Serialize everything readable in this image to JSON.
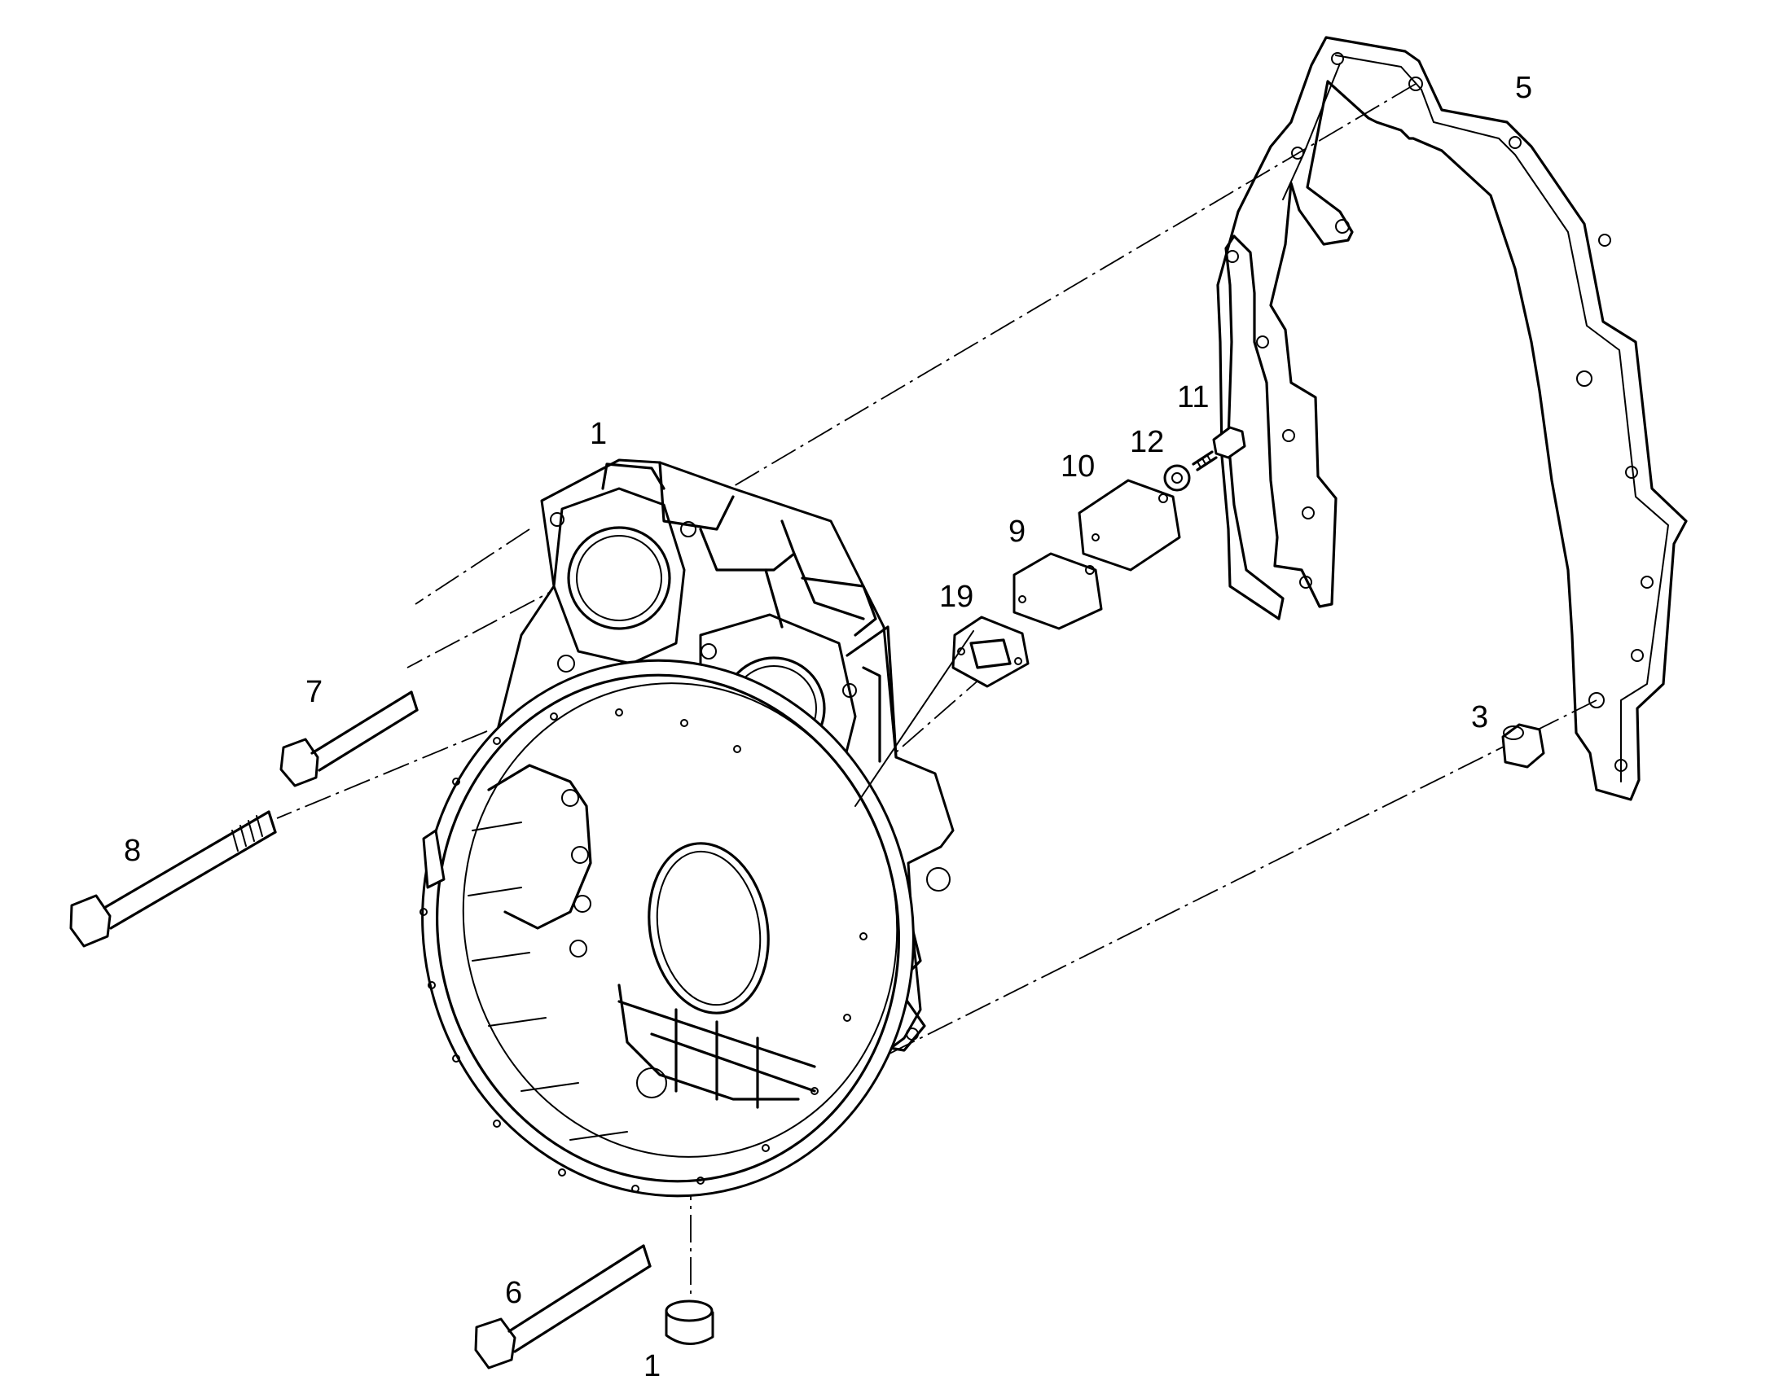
{
  "callouts": [
    {
      "id": "housing",
      "label": "1"
    },
    {
      "id": "cap",
      "label": "1"
    },
    {
      "id": "dowel",
      "label": "3"
    },
    {
      "id": "gasket",
      "label": "5"
    },
    {
      "id": "bolt-6",
      "label": "6"
    },
    {
      "id": "bolt-7",
      "label": "7"
    },
    {
      "id": "bolt-8",
      "label": "8"
    },
    {
      "id": "gasket-9",
      "label": "9"
    },
    {
      "id": "cover-10",
      "label": "10"
    },
    {
      "id": "screw-11",
      "label": "11"
    },
    {
      "id": "washer-12",
      "label": "12"
    },
    {
      "id": "gasket-19",
      "label": "19"
    }
  ]
}
